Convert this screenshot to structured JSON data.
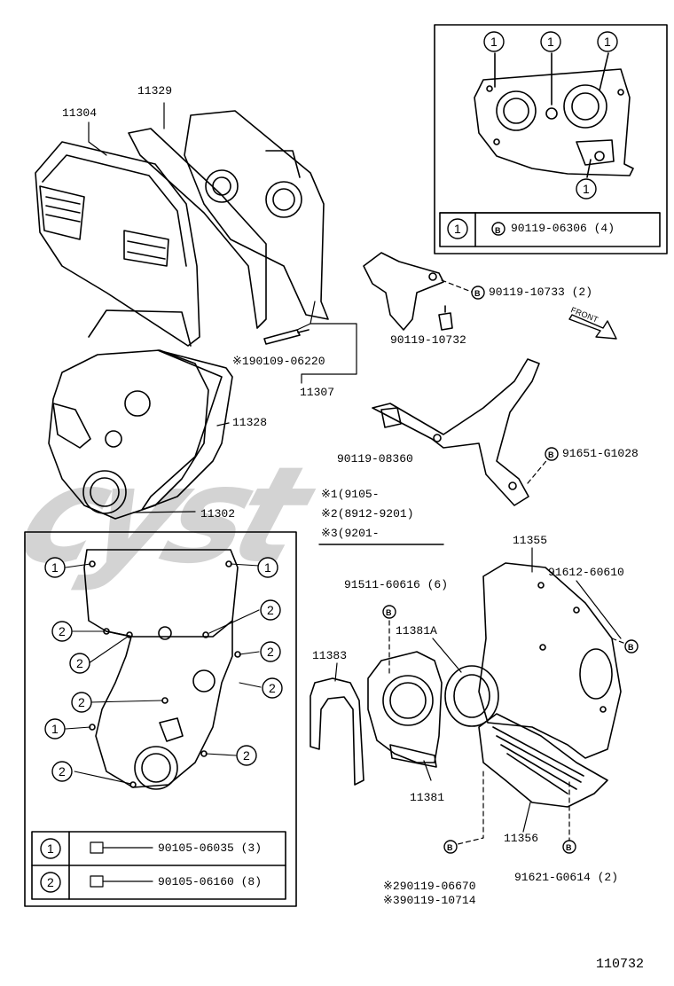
{
  "watermark": "cyst",
  "parts": {
    "p11304": "11304",
    "p11329": "11329",
    "p11307": "11307",
    "p190109": "※190109-06220",
    "p11328": "11328",
    "p11302": "11302",
    "p90119_10733": "90119-10733 (2)",
    "p90119_10732": "90119-10732",
    "front": "FRONT",
    "p90119_08360": "90119-08360",
    "p91651": "91651-G1028",
    "p11355": "11355",
    "p91612": "91612-60610",
    "p91511": "91511-60616 (6)",
    "p11381A": "11381A",
    "p11383": "11383",
    "p11381": "11381",
    "p11356": "11356",
    "p90119_06670": "※290119-06670",
    "p90119_10714": "※390119-10714",
    "p91621": "91621-G0614 (2)"
  },
  "notes": [
    "※1(9105-",
    "※2(8912-9201)",
    "※3(9201-"
  ],
  "inset_top": {
    "markers": [
      "1",
      "1",
      "1",
      "1"
    ],
    "table": {
      "key": "1",
      "bolt_mark": "B",
      "part": "90119-06306 (4)"
    }
  },
  "inset_left": {
    "markers": [
      "1",
      "1",
      "2",
      "2",
      "2",
      "2",
      "2",
      "2",
      "1",
      "2",
      "2"
    ],
    "table": [
      {
        "key": "1",
        "part": "90105-06035 (3)"
      },
      {
        "key": "2",
        "part": "90105-06160 (8)"
      }
    ]
  },
  "bolt_marks": [
    "B",
    "B",
    "B",
    "B",
    "B",
    "B"
  ],
  "diagram_id": "110732"
}
